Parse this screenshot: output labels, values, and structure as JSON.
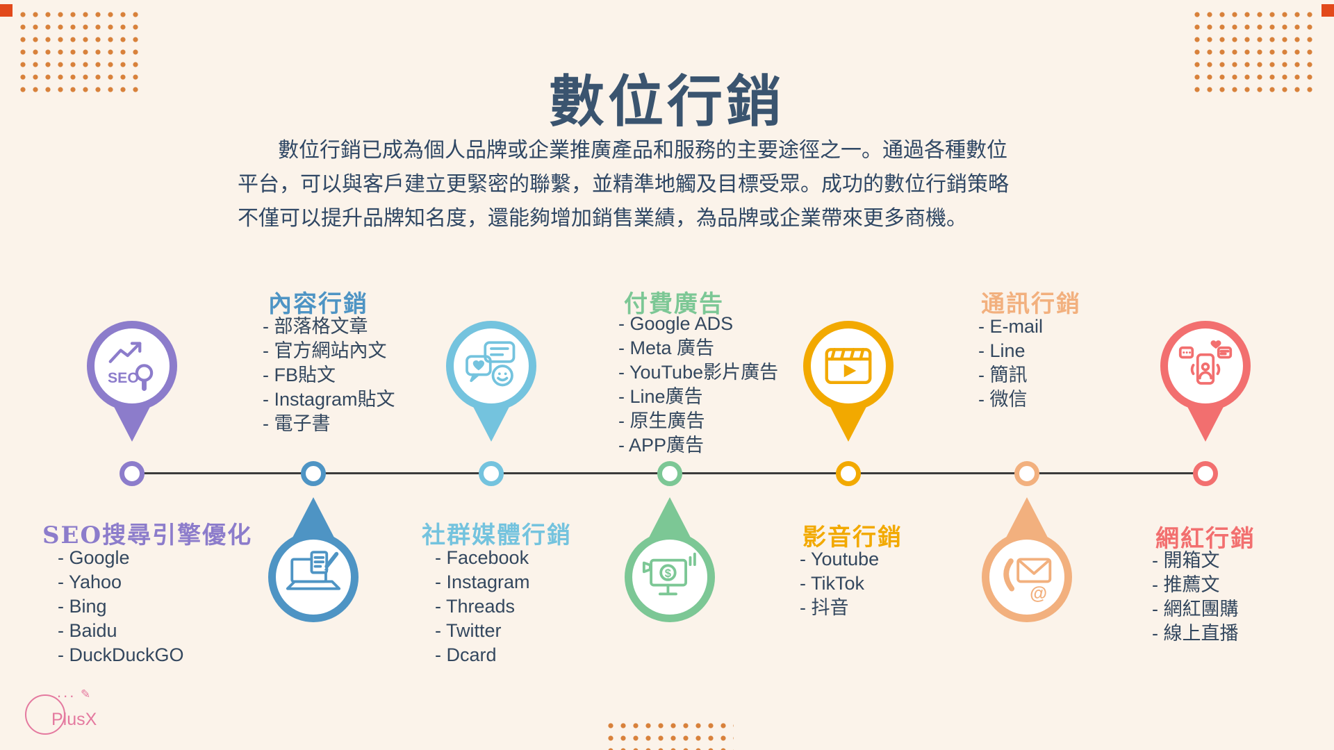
{
  "header": {
    "title": "數位行銷",
    "intro_lines": [
      "數位行銷已成為個人品牌或企業推廣產品和服務的主要途徑之一。通過各種數位",
      "平台，可以與客戶建立更緊密的聯繫，並精準地觸及目標受眾。成功的數位行銷策略",
      "不僅可以提升品牌知名度，還能夠增加銷售業績，為品牌或企業帶來更多商機。"
    ]
  },
  "theme": {
    "background": "#FBF3EA",
    "title_color": "#3A546F",
    "body_text_color": "#2F4764",
    "timeline_color": "#3B3B3B",
    "dot_pattern_color": "#D8813B",
    "corner_square_color": "#E2491B"
  },
  "categories": [
    {
      "heading": "SEO搜尋引擎優化",
      "color": "#8C7CCB",
      "marker_side": "above",
      "icon": "seo-magnifier-icon",
      "items": [
        "- Google",
        "- Yahoo",
        "- Bing",
        "- Baidu",
        "- DuckDuckGO"
      ]
    },
    {
      "heading": "內容行銷",
      "color": "#4E94C4",
      "marker_side": "below",
      "icon": "laptop-pencil-icon",
      "items": [
        "- 部落格文章",
        "- 官方網站內文",
        "- FB貼文",
        "- Instagram貼文",
        "- 電子書"
      ]
    },
    {
      "heading": "社群媒體行銷",
      "color": "#74C3DE",
      "marker_side": "above",
      "icon": "chat-bubbles-icon",
      "items": [
        "- Facebook",
        "- Instagram",
        "- Threads",
        "- Twitter",
        "- Dcard"
      ]
    },
    {
      "heading": "付費廣告",
      "color": "#7CC795",
      "marker_side": "below",
      "icon": "ads-monitor-icon",
      "items": [
        "- Google ADS",
        "- Meta 廣告",
        "- YouTube影片廣告",
        "- Line廣告",
        "- 原生廣告",
        "- APP廣告"
      ]
    },
    {
      "heading": "影音行銷",
      "color": "#F2A900",
      "marker_side": "above",
      "icon": "clapperboard-icon",
      "items": [
        "- Youtube",
        "- TikTok",
        "- 抖音"
      ]
    },
    {
      "heading": "通訊行銷",
      "color": "#F2B07E",
      "marker_side": "below",
      "icon": "phone-mail-icon",
      "items": [
        "- E-mail",
        "- Line",
        "- 簡訊",
        "- 微信"
      ]
    },
    {
      "heading": "網紅行銷",
      "color": "#F26F6F",
      "marker_side": "above",
      "icon": "phone-social-icon",
      "items": [
        "- 開箱文",
        "- 推薦文",
        "- 網紅團購",
        "- 線上直播"
      ]
    }
  ],
  "logo": {
    "text": "PlusX",
    "dots": "...",
    "pencil": "✎",
    "color": "#E4799F"
  }
}
